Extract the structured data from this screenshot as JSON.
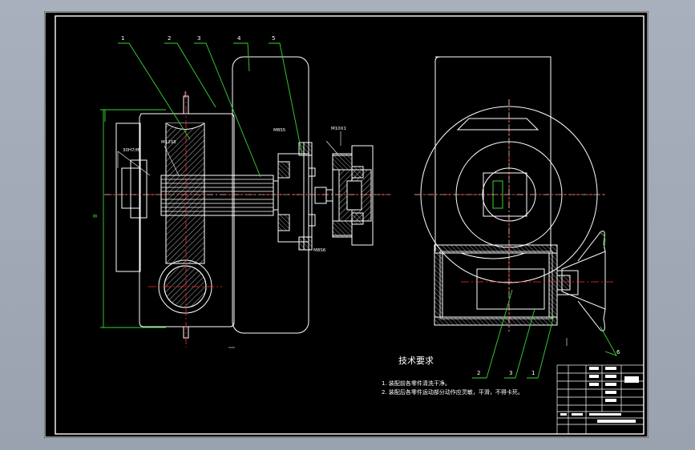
{
  "leaders": {
    "n1": "1",
    "n2": "2",
    "n3": "3",
    "n4": "4",
    "n5": "5",
    "r2": "2",
    "r3": "3",
    "r1": "1",
    "r6": "6"
  },
  "fits": {
    "f1": "M12S8",
    "f2": "30H7/f6",
    "f3": "M8S5",
    "f4": "M10X1",
    "f5": "M8S6"
  },
  "notes": {
    "heading": "技术要求",
    "line1": "1. 装配前各零件清洗干净。",
    "line2": "2. 装配后各零件运动部分动作应灵敏，平滑，不得卡死。"
  },
  "colors": {
    "frame": "#ffffff",
    "outline": "#ffffff",
    "center": "#ff2a2a",
    "leader": "#39d435",
    "hatch": "#ffffff",
    "green": "#39d435",
    "cyan": "#3ad6d6"
  }
}
